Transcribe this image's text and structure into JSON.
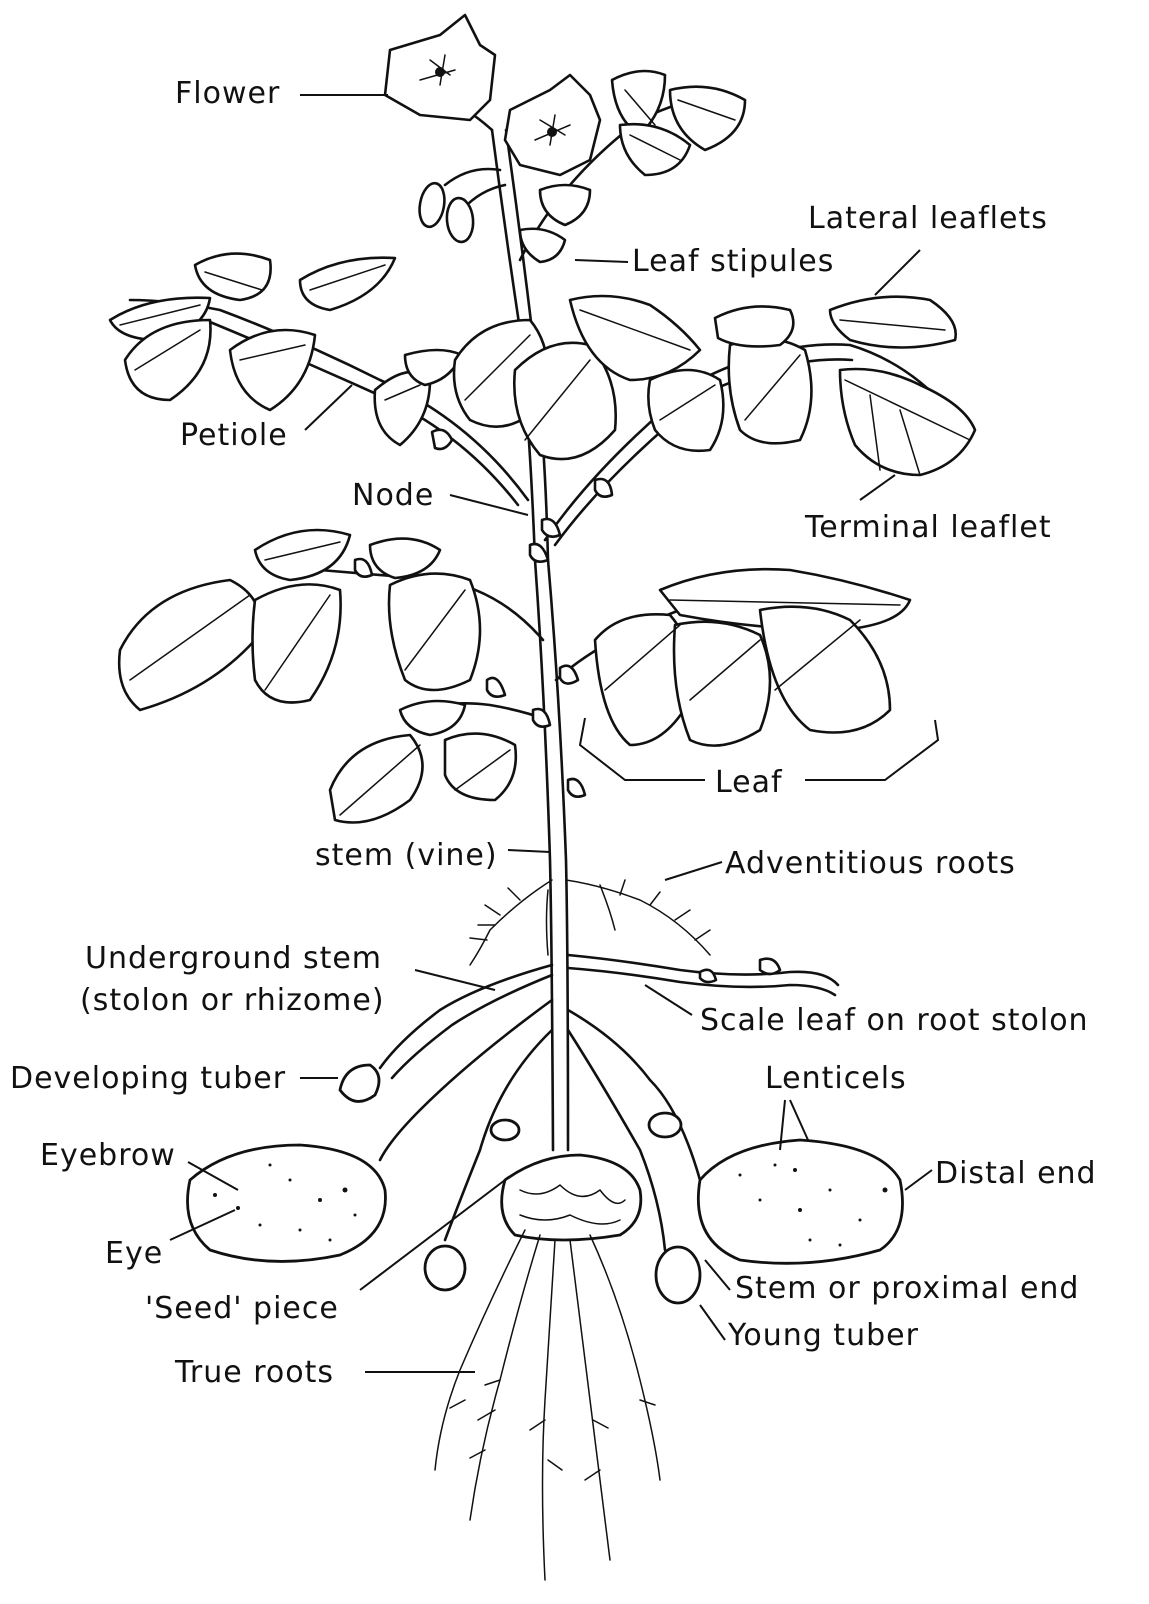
{
  "labels": {
    "flower": "Flower",
    "lateral_leaflets": "Lateral leaflets",
    "leaf_stipules": "Leaf stipules",
    "petiole": "Petiole",
    "node": "Node",
    "terminal_leaflet": "Terminal leaflet",
    "leaf": "Leaf",
    "stem_vine": "stem (vine)",
    "adventitious_roots": "Adventitious roots",
    "underground_stem_1": "Underground stem",
    "underground_stem_2": "(stolon or rhizome)",
    "scale_leaf": "Scale leaf on root stolon",
    "developing_tuber": "Developing tuber",
    "lenticels": "Lenticels",
    "eyebrow": "Eyebrow",
    "distal_end": "Distal end",
    "eye": "Eye",
    "seed_piece": "'Seed' piece",
    "stem_proximal_end": "Stem or proximal end",
    "young_tuber": "Young tuber",
    "true_roots": "True roots"
  },
  "colors": {
    "ink": "#111111",
    "paper": "#ffffff"
  }
}
